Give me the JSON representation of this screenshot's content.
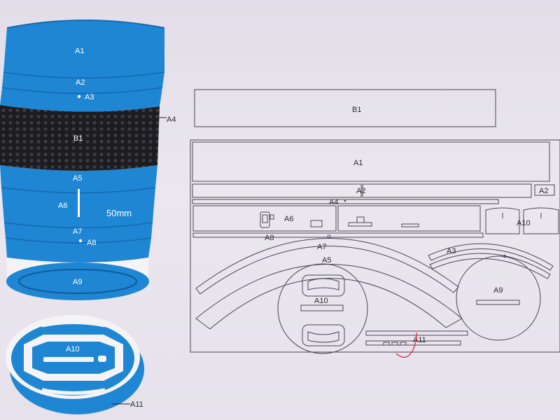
{
  "illustration": {
    "labels": {
      "a1": "A1",
      "a2": "A2",
      "a3": "A3",
      "a4": "A4",
      "b1": "B1",
      "a5": "A5",
      "a6": "A6",
      "lens_mm": "50mm",
      "a7": "A7",
      "a8": "A8",
      "a9": "A9",
      "a10": "A10",
      "a11": "A11"
    },
    "colors": {
      "blue": "#1f86d3",
      "blue_dark": "#1468b0",
      "mesh": "#2b2b30",
      "white": "#f4f4f6"
    }
  },
  "template_sheet": {
    "labels": {
      "b1": "B1",
      "a1": "A1",
      "a2": "A2",
      "a2_box": "A2",
      "a4": "A4",
      "a6": "A6",
      "a8": "A8",
      "a7": "A7",
      "a5": "A5",
      "a3": "A3",
      "a10_left": "A10",
      "a10_center": "A10",
      "a9": "A9",
      "a11": "A11"
    },
    "colors": {
      "line": "#4a4550",
      "mark": "#d8203a"
    }
  }
}
